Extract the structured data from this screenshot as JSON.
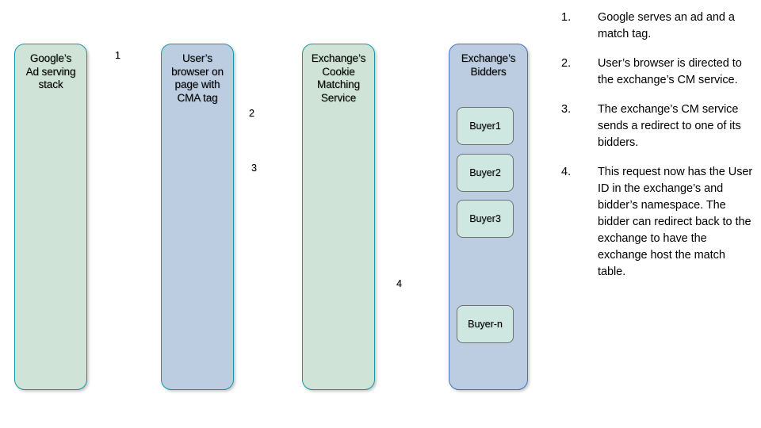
{
  "diagram": {
    "columns": [
      {
        "id": "google-ad-serving-stack",
        "label": "Google’s\nAd serving\nstack",
        "style": "green"
      },
      {
        "id": "users-browser",
        "label": "User’s\nbrowser on\npage with\nCMA tag",
        "style": "blue"
      },
      {
        "id": "exchange-cookie-matching-service",
        "label": "Exchange’s\nCookie\nMatching\nService",
        "style": "green"
      },
      {
        "id": "exchange-bidders",
        "label": "Exchange’s\nBidders",
        "style": "blue-edge"
      }
    ],
    "buyers": [
      {
        "label": "Buyer1"
      },
      {
        "label": "Buyer2"
      },
      {
        "label": "Buyer3"
      },
      {
        "label": "Buyer-n"
      }
    ],
    "arrows": [
      {
        "label": "1",
        "from": "google-ad-serving-stack",
        "to": "users-browser",
        "direction": "right"
      },
      {
        "label": "2",
        "from": "users-browser",
        "to": "exchange-cookie-matching-service",
        "direction": "right"
      },
      {
        "label": "3",
        "from": "exchange-cookie-matching-service",
        "to": "users-browser",
        "direction": "left"
      },
      {
        "label": "4",
        "from": "exchange-cookie-matching-service",
        "to": "exchange-bidders",
        "direction": "right"
      }
    ]
  },
  "steps": [
    {
      "num": "1.",
      "text": "Google serves an ad and a match tag."
    },
    {
      "num": "2.",
      "text": "User’s browser is directed to the exchange’s CM service."
    },
    {
      "num": "3.",
      "text": "The exchange’s CM service sends a redirect to one of its bidders."
    },
    {
      "num": "4.",
      "text": "This request now has the User ID in the exchange’s and bidder’s namespace. The bidder can redirect back to the exchange to have the exchange host the match table."
    }
  ],
  "colors": {
    "green_fill": "#cfe3d7",
    "blue_fill": "#bccde1",
    "teal_stroke": "#1797a6",
    "blue_stroke": "#4472c4",
    "buyer_fill": "#cfe7e1",
    "buyer_stroke": "#6f7273",
    "background": "#ffffff"
  }
}
